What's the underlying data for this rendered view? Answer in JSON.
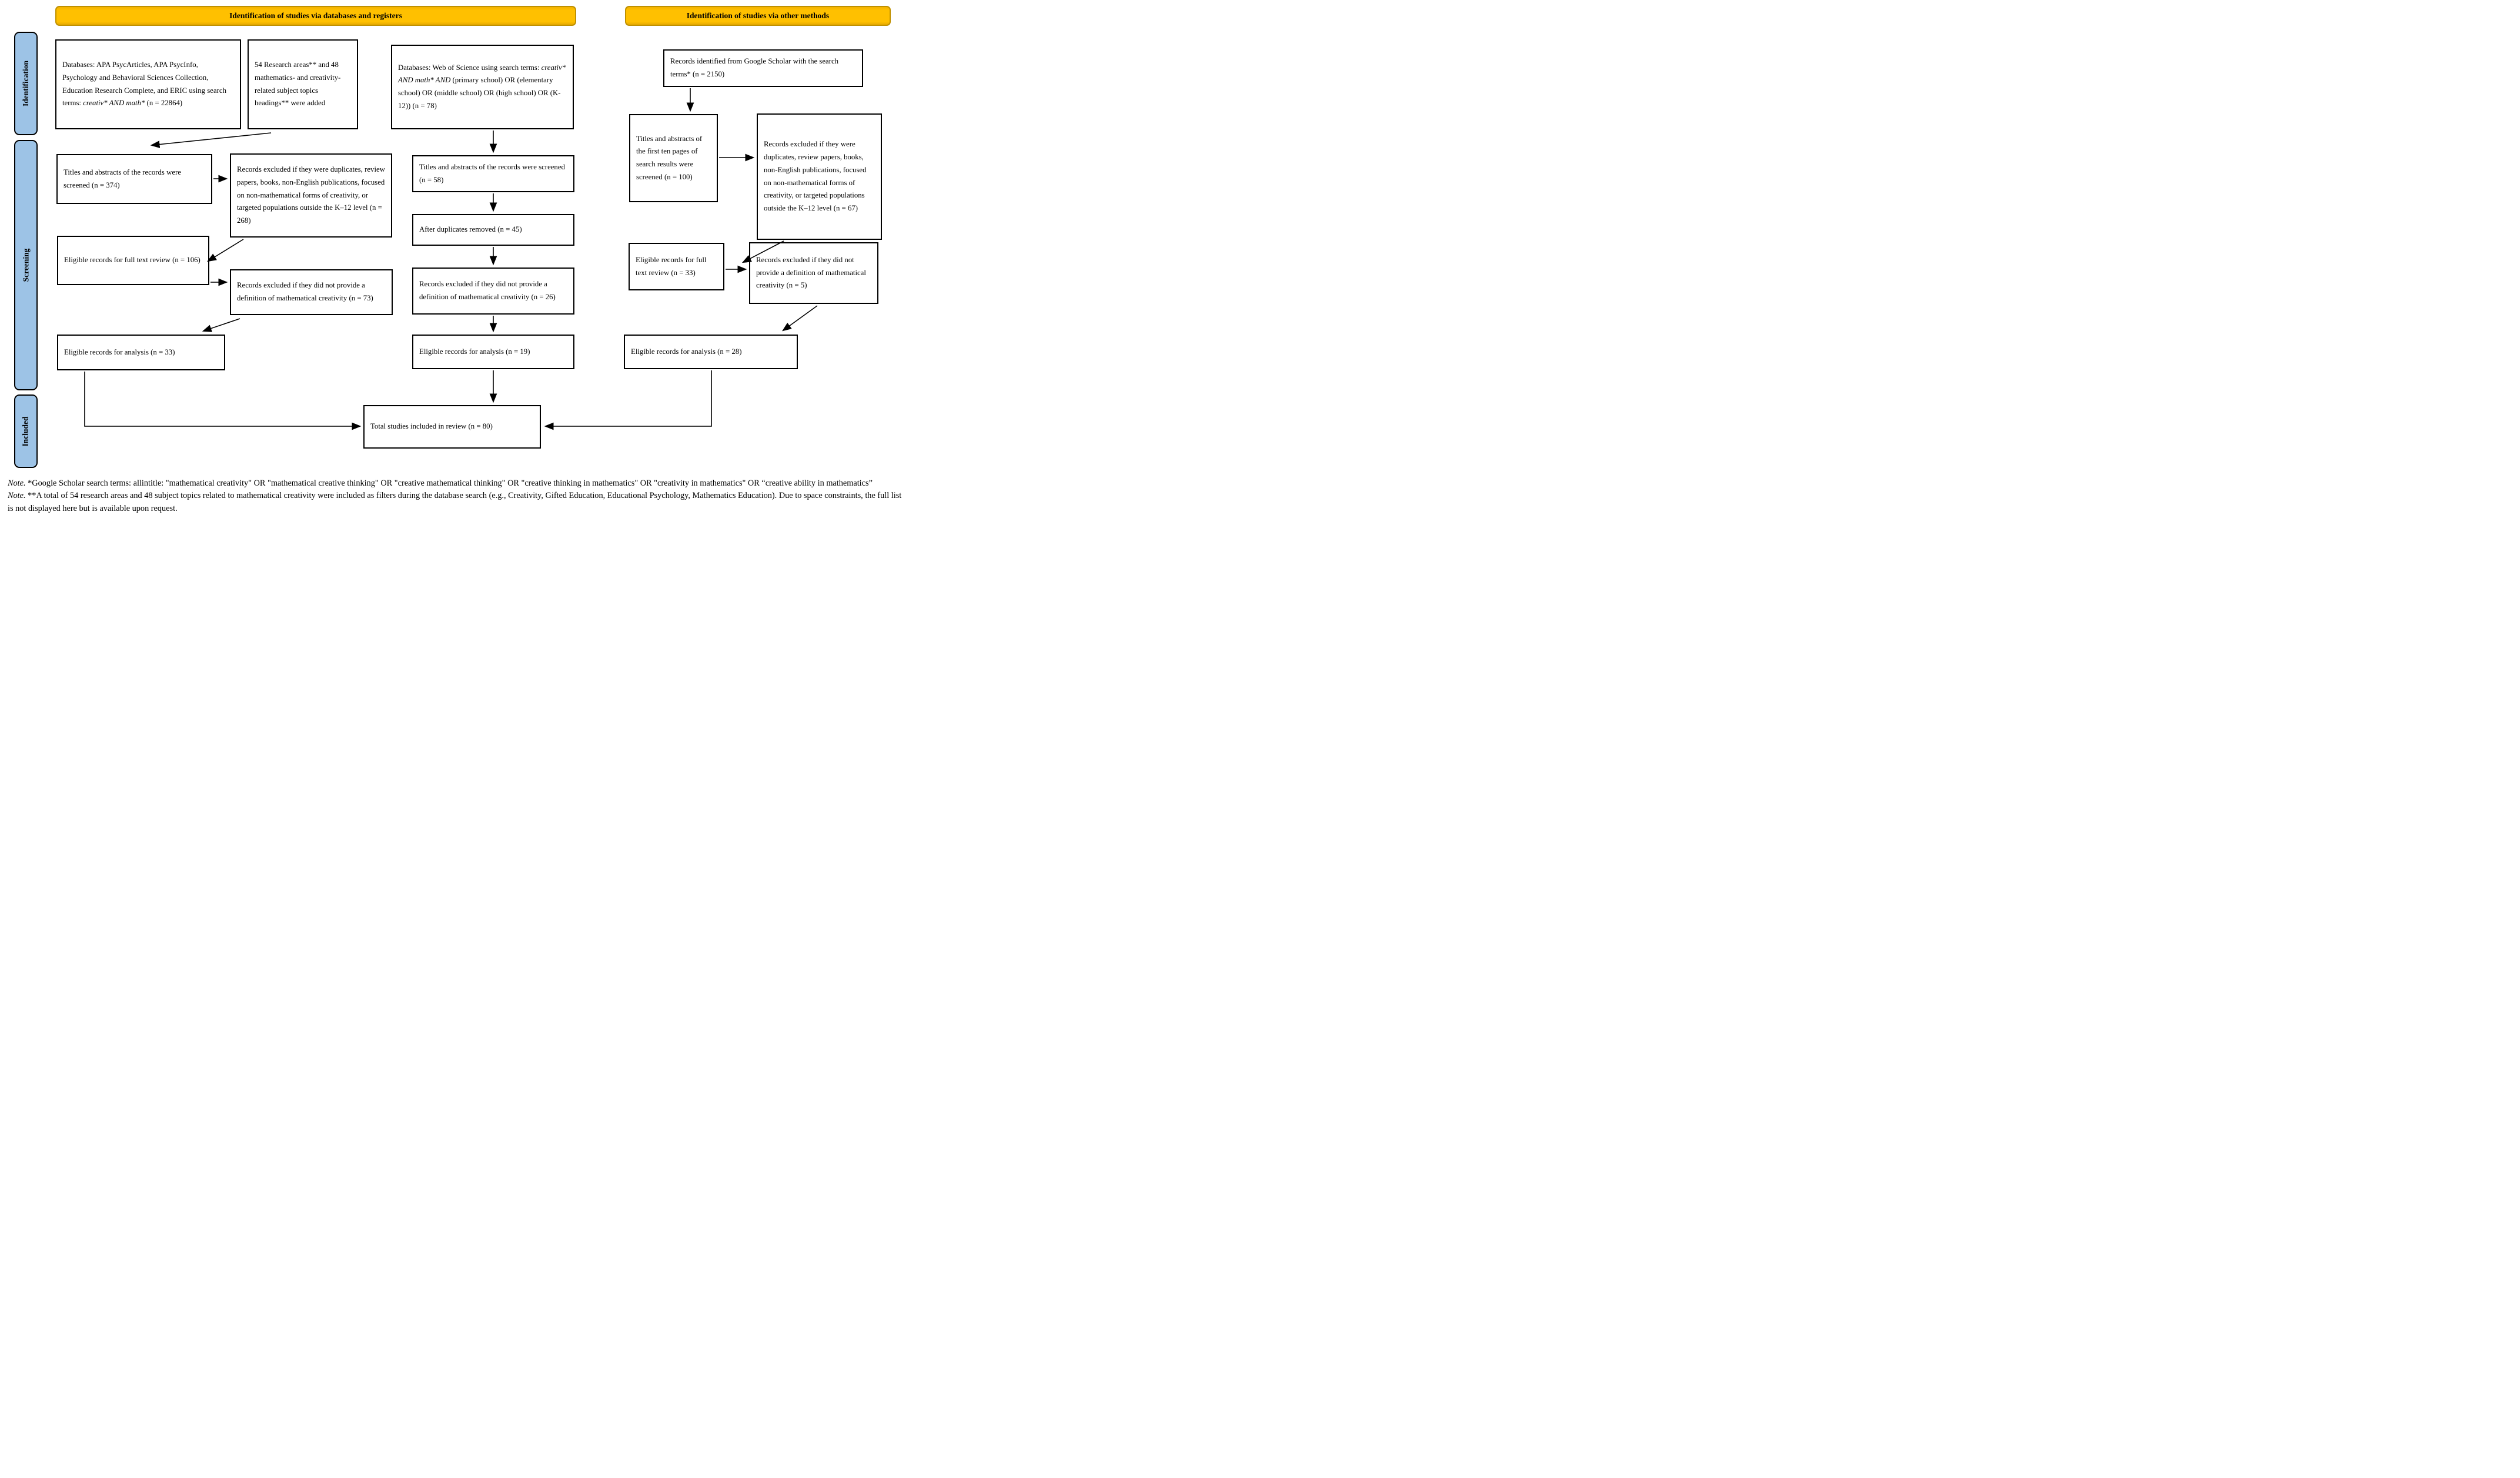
{
  "headers": {
    "databases": "Identification of studies via databases and registers",
    "other": "Identification of studies via other methods"
  },
  "sidebar": {
    "identification": "Identification",
    "screening": "Screening",
    "included": "Included"
  },
  "boxes": {
    "db_apa": [
      {
        "t": "Databases: APA PsycArticles, APA PsycInfo, Psychology and Behavioral Sciences Collection, Education Research Complete, and ERIC using search terms: "
      },
      {
        "t": "creativ* AND math*",
        "i": true
      },
      {
        "t": " (n = 22864)"
      }
    ],
    "research_areas": [
      {
        "t": "54 Research areas** and 48 mathematics- and creativity-related subject topics headings** were added"
      }
    ],
    "db_wos": [
      {
        "t": "Databases: Web of Science using search terms: "
      },
      {
        "t": "creativ* AND math* AND ",
        "i": true
      },
      {
        "t": "(primary school) OR (elementary school) OR (middle school) OR (high school) OR (K-12)) (n = 78)"
      }
    ],
    "google_scholar": [
      {
        "t": "Records identified from Google Scholar with the search terms* (n = 2150)"
      }
    ],
    "screened_374": [
      {
        "t": "Titles and abstracts of the records were screened (n = 374)"
      }
    ],
    "excluded_268": [
      {
        "t": "Records excluded if they were duplicates, review papers, books, non-English publications, focused on non-mathematical forms of creativity, or targeted populations outside the K–12 level (n = 268)"
      }
    ],
    "fulltext_106": [
      {
        "t": "Eligible records for full text review (n = 106)"
      }
    ],
    "excluded_73": [
      {
        "t": "Records excluded if they did not provide a definition of mathematical creativity (n = 73)"
      }
    ],
    "analysis_33": [
      {
        "t": "Eligible records for analysis (n = 33)"
      }
    ],
    "screened_58": [
      {
        "t": "Titles and abstracts of the records were screened (n = 58)"
      }
    ],
    "duplicates_45": [
      {
        "t": "After duplicates removed (n = 45)"
      }
    ],
    "excluded_26": [
      {
        "t": "Records excluded if they did not provide a definition of mathematical creativity (n = 26)"
      }
    ],
    "analysis_19": [
      {
        "t": "Eligible records for analysis (n = 19)"
      }
    ],
    "screened_100": [
      {
        "t": "Titles and abstracts of the first ten pages of search results were screened (n = 100)"
      }
    ],
    "excluded_67": [
      {
        "t": "Records excluded if they were duplicates, review papers, books, non-English publications, focused on non-mathematical forms of creativity, or targeted populations outside the K–12 level (n = 67)"
      }
    ],
    "fulltext_33": [
      {
        "t": "Eligible records for full text review (n = 33)"
      }
    ],
    "excluded_5": [
      {
        "t": "Records excluded if they did not provide a definition of mathematical creativity (n = 5)"
      }
    ],
    "analysis_28": [
      {
        "t": "Eligible records for analysis (n = 28)"
      }
    ],
    "total_80": [
      {
        "t": "Total studies included in review (n = 80)"
      }
    ]
  },
  "notes": {
    "note1": [
      {
        "t": "Note.",
        "i": true
      },
      {
        "t": " *Google Scholar search terms: allintitle: \"mathematical creativity\" OR \"mathematical creative thinking\" OR \"creative mathematical thinking\" OR \"creative thinking in mathematics\" OR \"creativity in mathematics\" OR “creative ability in mathematics”"
      }
    ],
    "note2": [
      {
        "t": "Note.",
        "i": true
      },
      {
        "t": " **A total of 54 research areas and 48 subject topics related to mathematical creativity were included as filters during the database search (e.g., Creativity, Gifted Education, Educational Psychology, Mathematics Education). Due to space constraints, the full list is not displayed here but is available upon request."
      }
    ]
  },
  "colors": {
    "header_fill": "#FFC000",
    "header_border": "#BF9000",
    "sidebar_fill": "#9DC3E6",
    "box_border": "#000000",
    "arrow": "#000000"
  }
}
